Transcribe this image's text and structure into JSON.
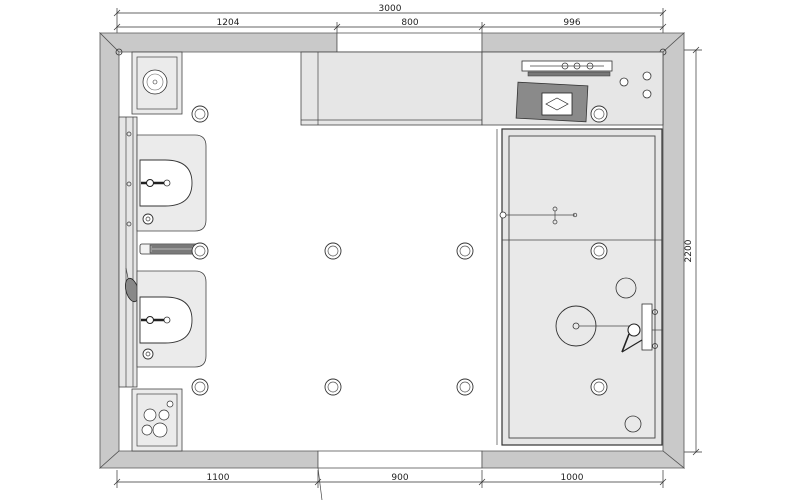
{
  "dimensions": {
    "top_total": "3000",
    "top_segments": [
      "1204",
      "800",
      "996"
    ],
    "bottom_segments": [
      "1100",
      "900",
      "1000"
    ],
    "right_total": "2200"
  },
  "colors": {
    "wall_fill": "#c9c9c9",
    "fixture_fill": "#e6e6e6",
    "line": "#333333",
    "background": "#ffffff"
  },
  "icons": {
    "downlight": "ring-circle",
    "basin": "rounded-bowl",
    "shower_drain": "drain-circle"
  }
}
